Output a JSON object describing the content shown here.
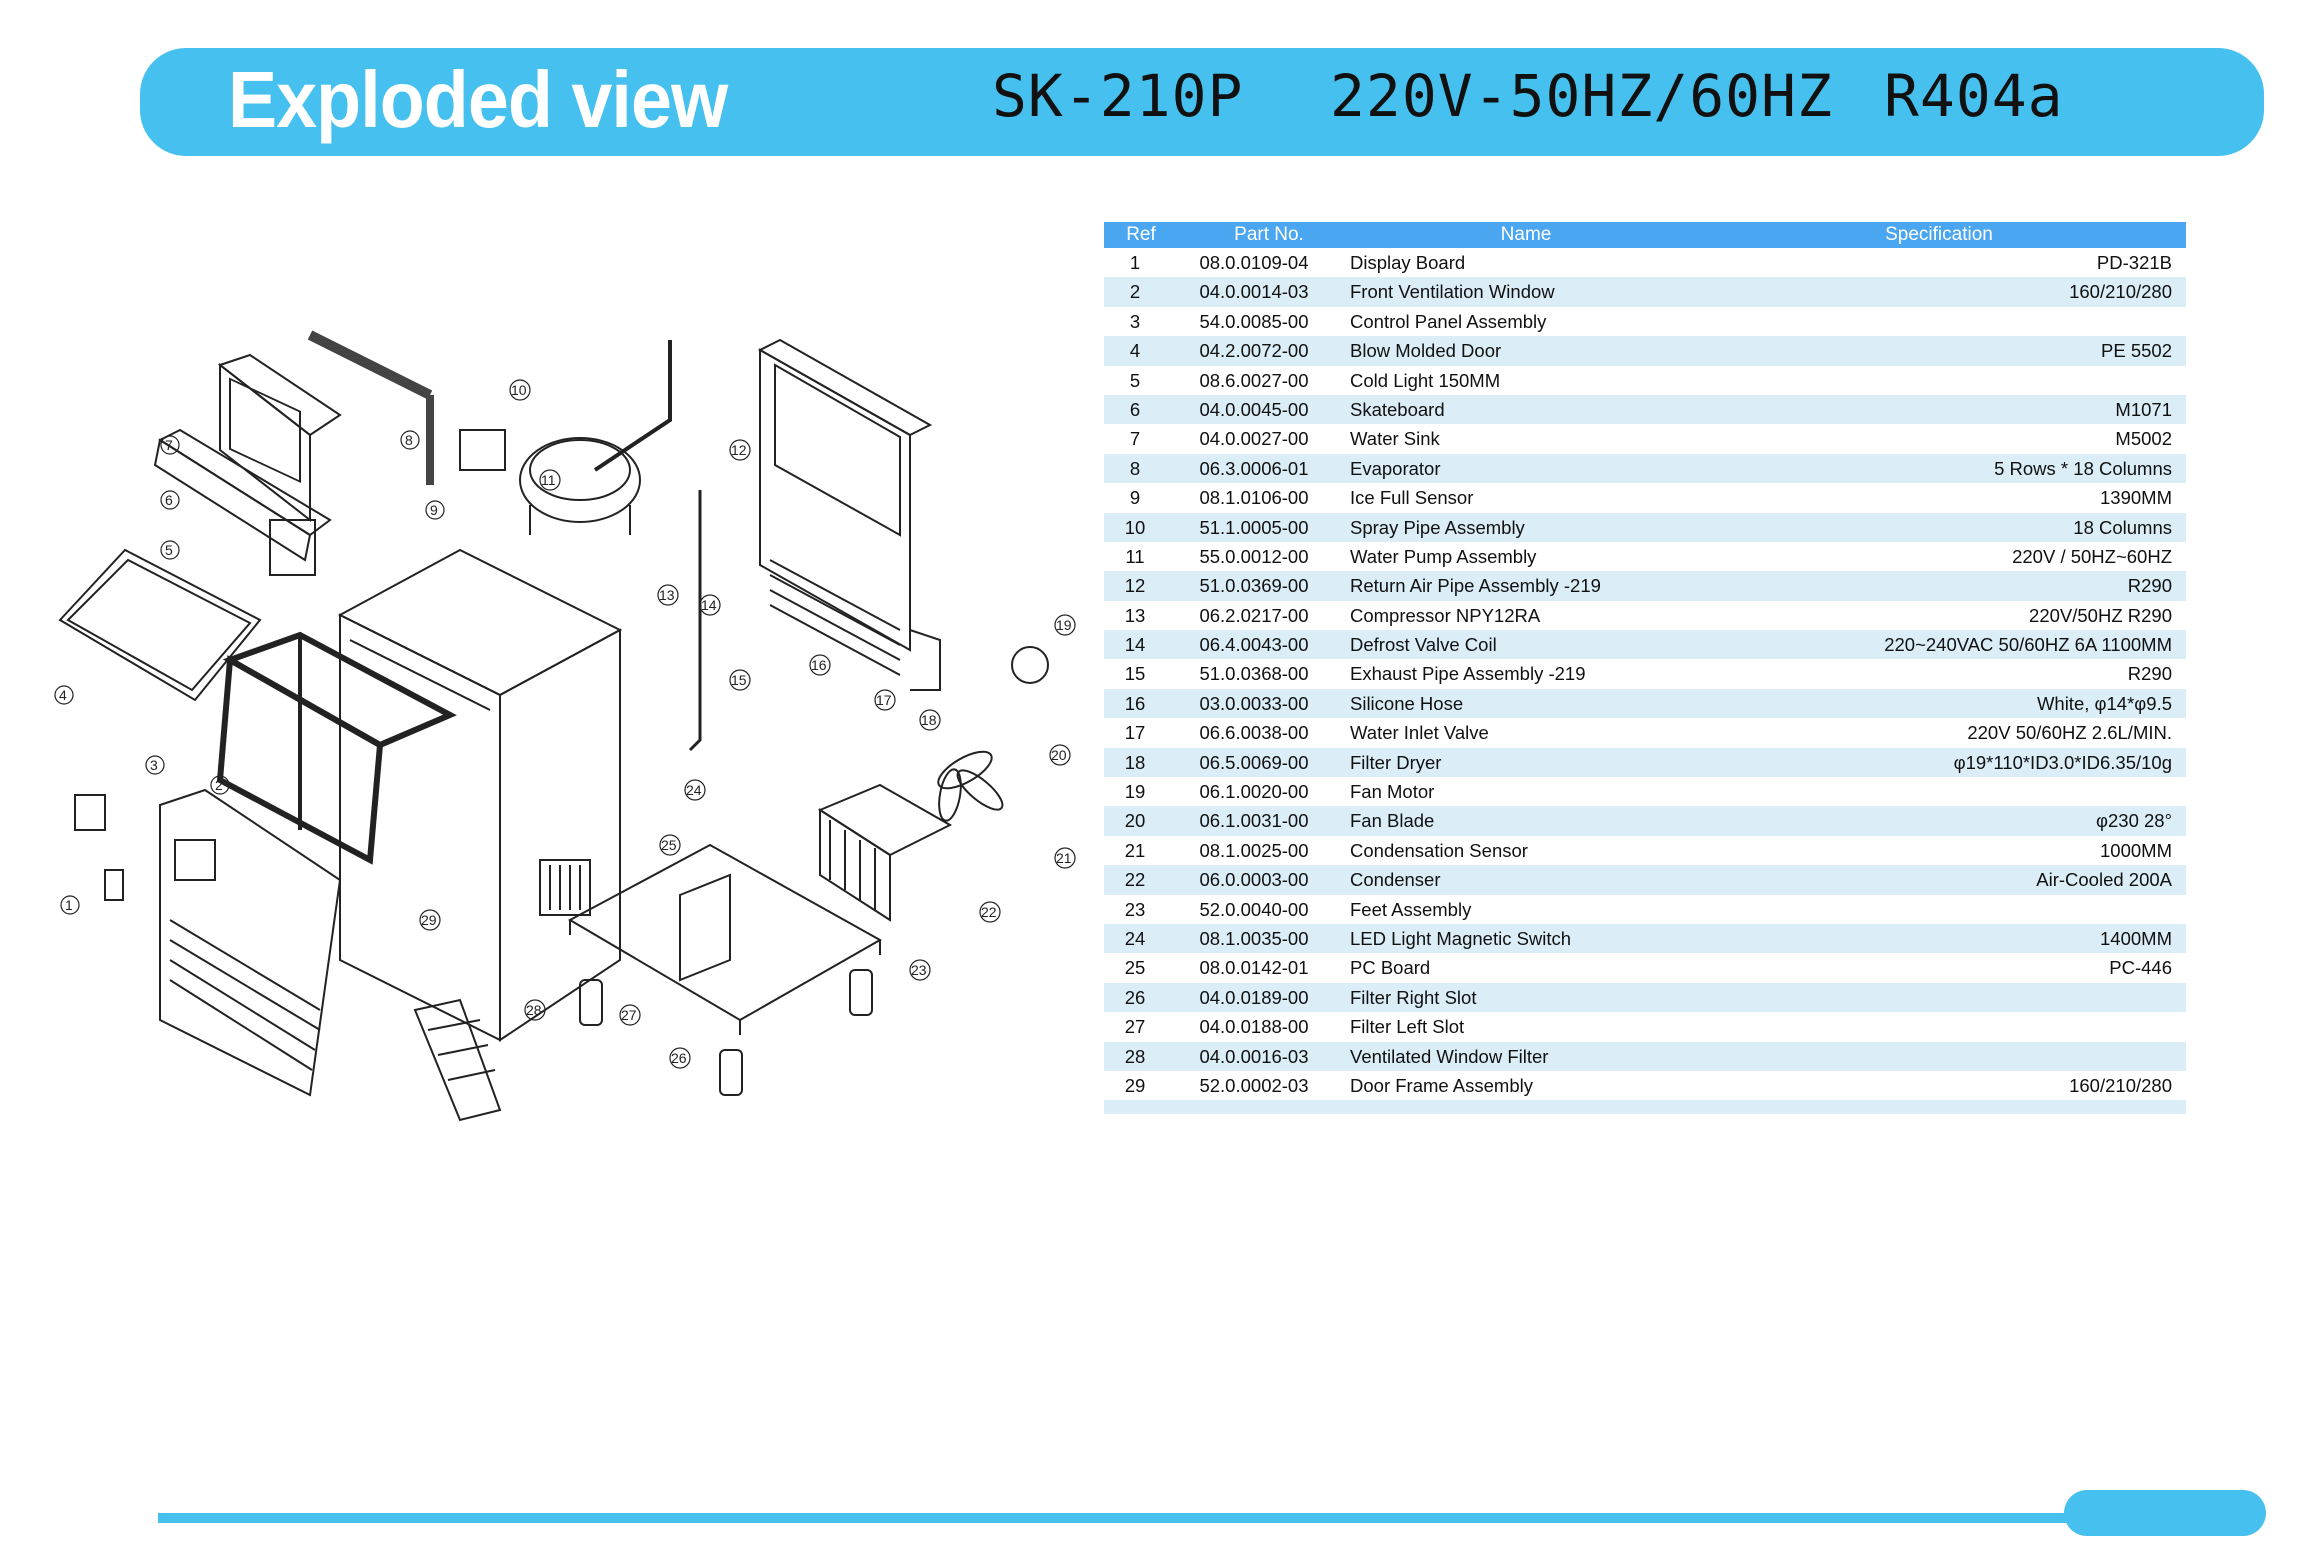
{
  "header": {
    "title": "Exploded view",
    "model": "SK-210P",
    "voltage": "220V-50HZ/60HZ",
    "refrigerant": "R404a",
    "banner_color": "#46c0ee"
  },
  "table": {
    "columns": [
      "Ref",
      "Part No.",
      "Name",
      "Specification"
    ],
    "header_color": "#4aa6f0",
    "stripe_color": "#dbeef8",
    "rows": [
      {
        "ref": "1",
        "part": "08.0.0109-04",
        "name": "Display Board",
        "spec": "PD-321B"
      },
      {
        "ref": "2",
        "part": "04.0.0014-03",
        "name": "Front Ventilation Window",
        "spec": "160/210/280"
      },
      {
        "ref": "3",
        "part": "54.0.0085-00",
        "name": "Control Panel Assembly",
        "spec": ""
      },
      {
        "ref": "4",
        "part": "04.2.0072-00",
        "name": "Blow Molded Door",
        "spec": "PE 5502"
      },
      {
        "ref": "5",
        "part": "08.6.0027-00",
        "name": "Cold Light 150MM",
        "spec": ""
      },
      {
        "ref": "6",
        "part": "04.0.0045-00",
        "name": "Skateboard",
        "spec": "M1071"
      },
      {
        "ref": "7",
        "part": "04.0.0027-00",
        "name": "Water Sink",
        "spec": "M5002"
      },
      {
        "ref": "8",
        "part": "06.3.0006-01",
        "name": "Evaporator",
        "spec": "5 Rows * 18 Columns"
      },
      {
        "ref": "9",
        "part": "08.1.0106-00",
        "name": "Ice Full Sensor",
        "spec": "1390MM"
      },
      {
        "ref": "10",
        "part": "51.1.0005-00",
        "name": "Spray Pipe Assembly",
        "spec": "18 Columns"
      },
      {
        "ref": "11",
        "part": "55.0.0012-00",
        "name": "Water Pump Assembly",
        "spec": "220V / 50HZ~60HZ"
      },
      {
        "ref": "12",
        "part": "51.0.0369-00",
        "name": "Return Air Pipe Assembly -219",
        "spec": "R290"
      },
      {
        "ref": "13",
        "part": "06.2.0217-00",
        "name": "Compressor  NPY12RA",
        "spec": "220V/50HZ  R290"
      },
      {
        "ref": "14",
        "part": "06.4.0043-00",
        "name": "Defrost Valve Coil",
        "spec": "220~240VAC  50/60HZ  6A  1100MM"
      },
      {
        "ref": "15",
        "part": "51.0.0368-00",
        "name": "Exhaust Pipe Assembly -219",
        "spec": "R290"
      },
      {
        "ref": "16",
        "part": "03.0.0033-00",
        "name": "Silicone Hose",
        "spec": "White, φ14*φ9.5"
      },
      {
        "ref": "17",
        "part": "06.6.0038-00",
        "name": "Water Inlet Valve",
        "spec": "220V  50/60HZ  2.6L/MIN."
      },
      {
        "ref": "18",
        "part": "06.5.0069-00",
        "name": "Filter Dryer",
        "spec": "φ19*110*ID3.0*ID6.35/10g"
      },
      {
        "ref": "19",
        "part": "06.1.0020-00",
        "name": "Fan Motor",
        "spec": ""
      },
      {
        "ref": "20",
        "part": "06.1.0031-00",
        "name": "Fan Blade",
        "spec": "φ230  28°"
      },
      {
        "ref": "21",
        "part": "08.1.0025-00",
        "name": "Condensation Sensor",
        "spec": "1000MM"
      },
      {
        "ref": "22",
        "part": "06.0.0003-00",
        "name": "Condenser",
        "spec": "Air-Cooled  200A"
      },
      {
        "ref": "23",
        "part": "52.0.0040-00",
        "name": "Feet Assembly",
        "spec": ""
      },
      {
        "ref": "24",
        "part": "08.1.0035-00",
        "name": "LED Light Magnetic Switch",
        "spec": "1400MM"
      },
      {
        "ref": "25",
        "part": "08.0.0142-01",
        "name": "PC Board",
        "spec": "PC-446"
      },
      {
        "ref": "26",
        "part": "04.0.0189-00",
        "name": "Filter Right Slot",
        "spec": ""
      },
      {
        "ref": "27",
        "part": "04.0.0188-00",
        "name": "Filter Left Slot",
        "spec": ""
      },
      {
        "ref": "28",
        "part": "04.0.0016-03",
        "name": "Ventilated Window Filter",
        "spec": ""
      },
      {
        "ref": "29",
        "part": "52.0.0002-03",
        "name": "Door Frame Assembly",
        "spec": "160/210/280"
      }
    ]
  },
  "diagram": {
    "callouts": [
      "1",
      "2",
      "3",
      "4",
      "5",
      "6",
      "7",
      "8",
      "9",
      "10",
      "11",
      "12",
      "13",
      "14",
      "15",
      "16",
      "17",
      "18",
      "19",
      "20",
      "21",
      "22",
      "23",
      "24",
      "25",
      "26",
      "27",
      "28",
      "29"
    ]
  }
}
